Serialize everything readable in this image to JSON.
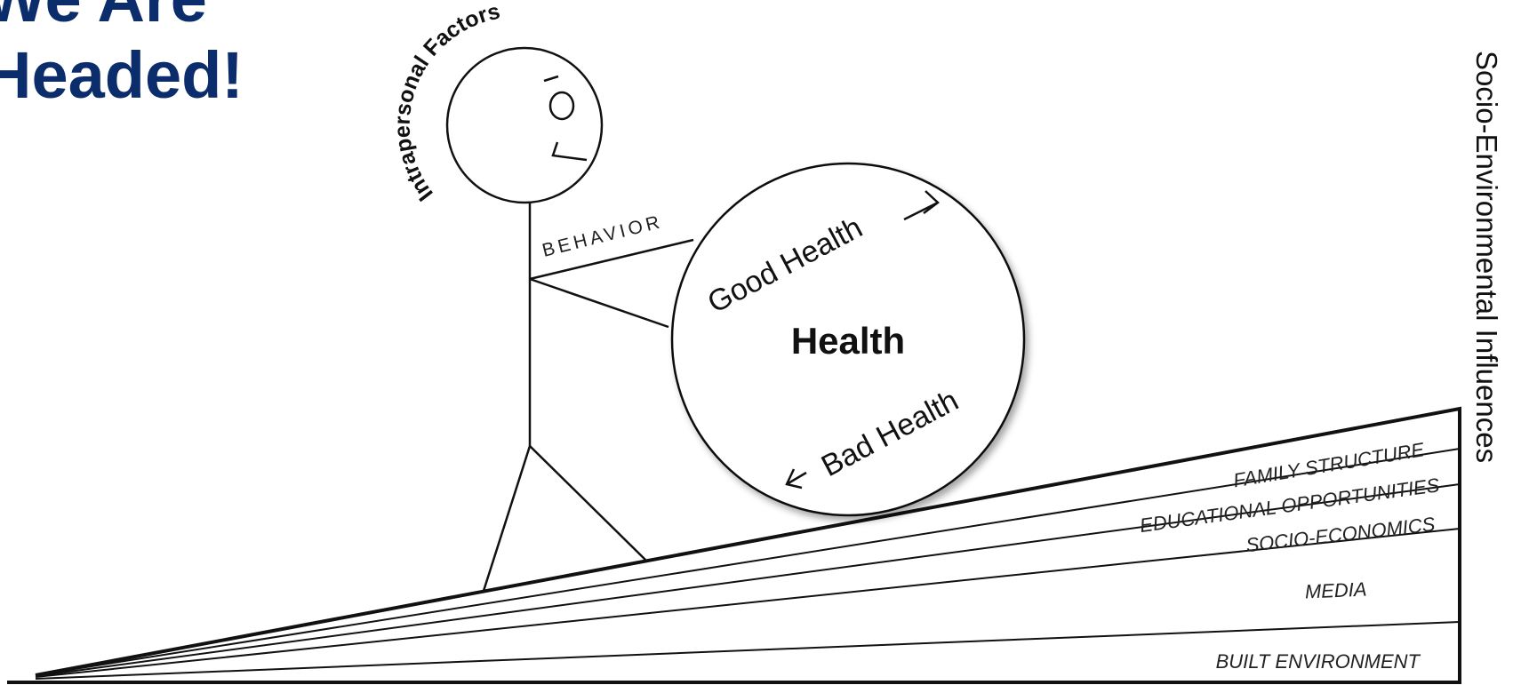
{
  "title": {
    "line1": "We Are",
    "line2": "Headed!"
  },
  "diagram": {
    "intrapersonal_label": "Intrapersonal Factors",
    "behavior_label": "BEHAVIOR",
    "ball_center_label": "Health",
    "good_health_label": "Good Health",
    "bad_health_label": "Bad Health",
    "side_label": "Socio-Environmental Influences",
    "layers": [
      "FAMILY STRUCTURE",
      "EDUCATIONAL OPPORTUNITIES",
      "SOCIO-ECONOMICS",
      "MEDIA",
      "BUILT ENVIRONMENT"
    ]
  }
}
